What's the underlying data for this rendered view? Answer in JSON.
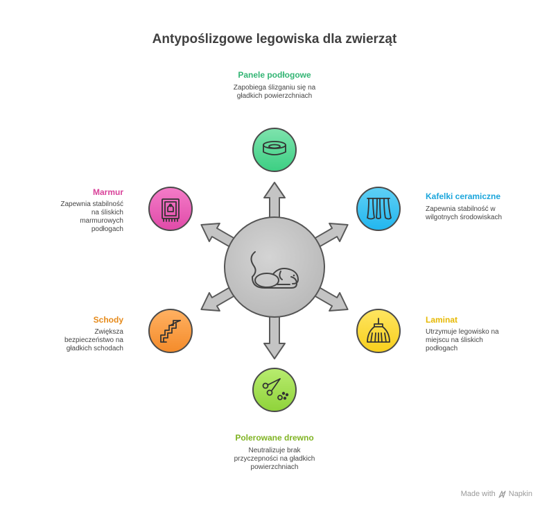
{
  "title": "Antypoślizgowe legowiska dla zwierząt",
  "center": {
    "icon": "sleeping-dog-icon"
  },
  "nodes": {
    "panele": {
      "label": "Panele podłogowe",
      "desc": "Zapobiega ślizganiu się na gładkich powierzchniach",
      "color": "#33b574",
      "icon": "pet-bed-icon"
    },
    "kafelki": {
      "label": "Kafelki ceramiczne",
      "desc": "Zapewnia stabilność w wilgotnych środowiskach",
      "color": "#1aa5db",
      "icon": "curtain-icon"
    },
    "laminat": {
      "label": "Laminat",
      "desc": "Utrzymuje legowisko na miejscu na śliskich podłogach",
      "color": "#e6b800",
      "icon": "broom-icon"
    },
    "drewno": {
      "label": "Polerowane drewno",
      "desc": "Neutralizuje brak przyczepności na gładkich powierzchniach",
      "color": "#7fb322",
      "icon": "scissors-icon"
    },
    "schody": {
      "label": "Schody",
      "desc": "Zwiększa bezpieczeństwo na gładkich schodach",
      "color": "#e68a1a",
      "icon": "stairs-icon"
    },
    "marmur": {
      "label": "Marmur",
      "desc": "Zapewnia stabilność na śliskich marmurowych podłogach",
      "color": "#d9439a",
      "icon": "rug-icon"
    }
  },
  "footer": {
    "made_with": "Made with",
    "brand": "Napkin"
  }
}
